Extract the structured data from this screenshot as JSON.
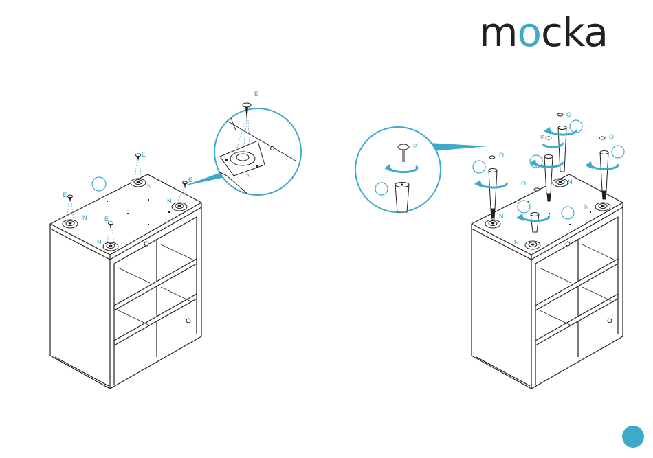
{
  "brand": {
    "logo_before": "m",
    "logo_o": "o",
    "logo_after": "cka",
    "accent": "#3fa9c9"
  },
  "labels": {
    "E": "E",
    "N": "N",
    "O": "O",
    "P": "P"
  },
  "colors": {
    "line": "#231f20",
    "accent": "#3fa9c9"
  }
}
